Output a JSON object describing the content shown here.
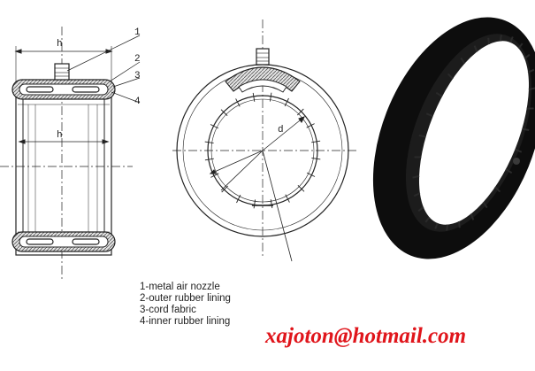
{
  "callouts": {
    "c1": "1",
    "c2": "2",
    "c3": "3",
    "c4": "4",
    "dim_top": "h",
    "dim_inner": "h",
    "dim_d": "d"
  },
  "legend": [
    "1-metal air nozzle",
    "2-outer rubber lining",
    "3-cord fabric",
    "4-inner rubber lining"
  ],
  "watermark": {
    "email": "xajoton@hotmail.com",
    "color": "#e0151b"
  },
  "colors": {
    "ink": "#222222",
    "rubber": "#101010",
    "fabric_fill": "#d9d9d9"
  }
}
